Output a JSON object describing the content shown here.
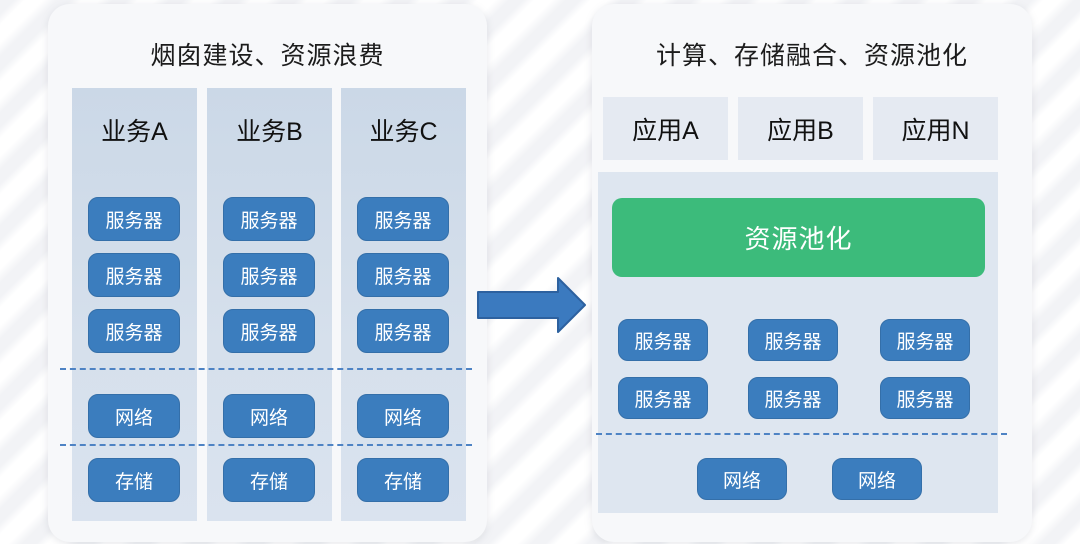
{
  "left": {
    "title": "烟囱建设、资源浪费",
    "columns": [
      {
        "label": "业务A",
        "servers": [
          "服务器",
          "服务器",
          "服务器"
        ],
        "network": "网络",
        "storage": "存储"
      },
      {
        "label": "业务B",
        "servers": [
          "服务器",
          "服务器",
          "服务器"
        ],
        "network": "网络",
        "storage": "存储"
      },
      {
        "label": "业务C",
        "servers": [
          "服务器",
          "服务器",
          "服务器"
        ],
        "network": "网络",
        "storage": "存储"
      }
    ]
  },
  "right": {
    "title": "计算、存储融合、资源池化",
    "apps": [
      "应用A",
      "应用B",
      "应用N"
    ],
    "pool": "资源池化",
    "servers": [
      "服务器",
      "服务器",
      "服务器",
      "服务器",
      "服务器",
      "服务器"
    ],
    "networks": [
      "网络",
      "网络"
    ]
  },
  "icons": {
    "arrow_right": "block-arrow-right"
  },
  "colors": {
    "node_blue": "#3b7dbe",
    "pool_green": "#3cbb7b",
    "silo_bg": "#d2dcea",
    "panel_bg": "#dee6f0",
    "app_bg": "#e5eaf2",
    "dashed_line": "#4e83c4",
    "arrow_blue": "#3b7abf",
    "card_bg": "#f7f8fa"
  }
}
